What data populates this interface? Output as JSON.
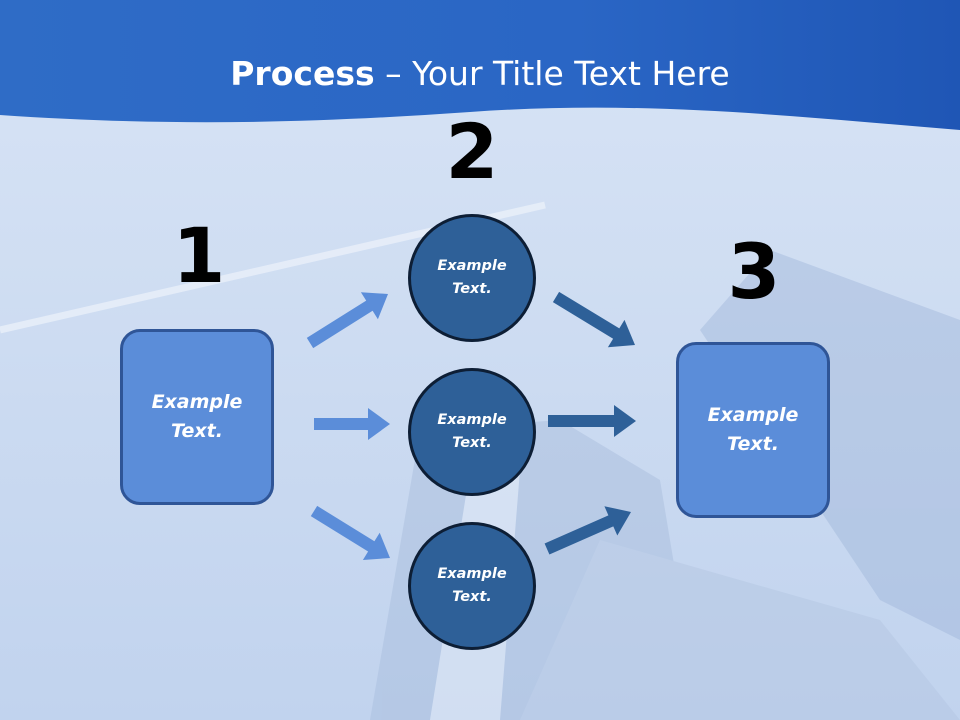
{
  "slide": {
    "title_bold": "Process",
    "title_rest": " – Your Title Text Here"
  },
  "steps": {
    "step1": {
      "number": "1",
      "label": "Example\nText."
    },
    "step2": {
      "number": "2"
    },
    "step3": {
      "number": "3",
      "label": "Example\nText."
    }
  },
  "circles": [
    {
      "label": "Example\nText."
    },
    {
      "label": "Example\nText."
    },
    {
      "label": "Example\nText."
    }
  ],
  "colors": {
    "header_blue": "#2c6bc8",
    "box_fill": "#5b8dd9",
    "box_border": "#2f5597",
    "circle_fill": "#2e6098",
    "circle_border": "#0d1e35",
    "arrow_light": "#5b8dd9",
    "arrow_dark": "#2e6098"
  }
}
